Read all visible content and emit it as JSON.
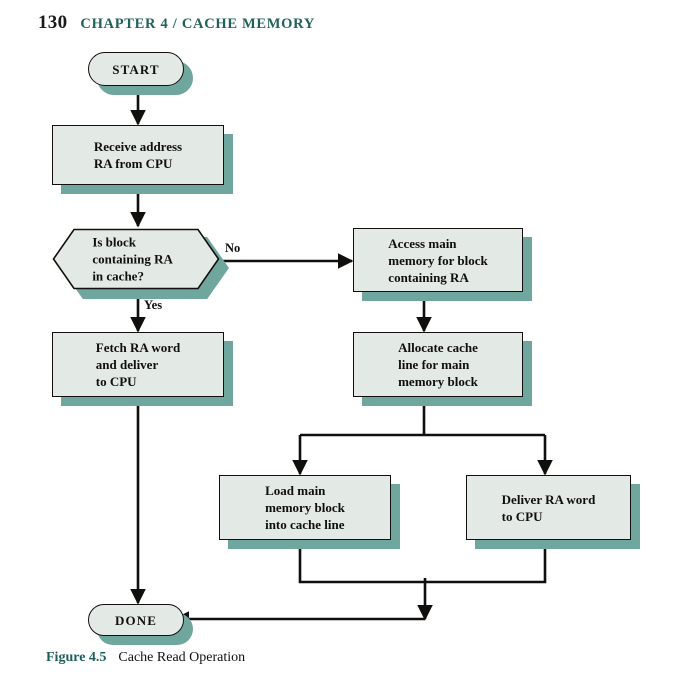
{
  "header": {
    "page_number": "130",
    "chapter_title": "CHAPTER 4 / CACHE MEMORY",
    "title_color": "#21605c"
  },
  "caption": {
    "figure_label": "Figure 4.5",
    "figure_text": "Cache Read Operation",
    "label_color": "#1d5f5b"
  },
  "style": {
    "node_fill": "#e3eae6",
    "node_border": "#12100f",
    "node_shadow": "#6fa69d",
    "connector_color": "#100f0e"
  },
  "chart_data": {
    "type": "diagram",
    "title": "Cache Read Operation",
    "nodes": [
      {
        "id": "start",
        "shape": "terminal",
        "text": "START"
      },
      {
        "id": "receive",
        "shape": "process",
        "text": "Receive address\nRA from CPU"
      },
      {
        "id": "is_block",
        "shape": "decision",
        "text": "Is block\ncontaining RA\nin cache?"
      },
      {
        "id": "fetch",
        "shape": "process",
        "text": "Fetch RA word\nand deliver\nto CPU"
      },
      {
        "id": "access_main",
        "shape": "process",
        "text": "Access main\nmemory for block\ncontaining RA"
      },
      {
        "id": "allocate",
        "shape": "process",
        "text": "Allocate cache\nline for main\nmemory block"
      },
      {
        "id": "load_main",
        "shape": "process",
        "text": "Load main\nmemory block\ninto cache line"
      },
      {
        "id": "deliver",
        "shape": "process",
        "text": "Deliver RA word\nto CPU"
      },
      {
        "id": "done",
        "shape": "terminal",
        "text": "DONE"
      }
    ],
    "edges": [
      {
        "from": "start",
        "to": "receive",
        "label": ""
      },
      {
        "from": "receive",
        "to": "is_block",
        "label": ""
      },
      {
        "from": "is_block",
        "to": "fetch",
        "label": "Yes"
      },
      {
        "from": "is_block",
        "to": "access_main",
        "label": "No"
      },
      {
        "from": "access_main",
        "to": "allocate",
        "label": ""
      },
      {
        "from": "allocate",
        "to": "load_main",
        "label": ""
      },
      {
        "from": "allocate",
        "to": "deliver",
        "label": ""
      },
      {
        "from": "fetch",
        "to": "done",
        "label": ""
      },
      {
        "from": "load_main",
        "to": "done",
        "label": ""
      },
      {
        "from": "deliver",
        "to": "done",
        "label": ""
      }
    ],
    "edge_labels": {
      "yes": "Yes",
      "no": "No"
    }
  }
}
